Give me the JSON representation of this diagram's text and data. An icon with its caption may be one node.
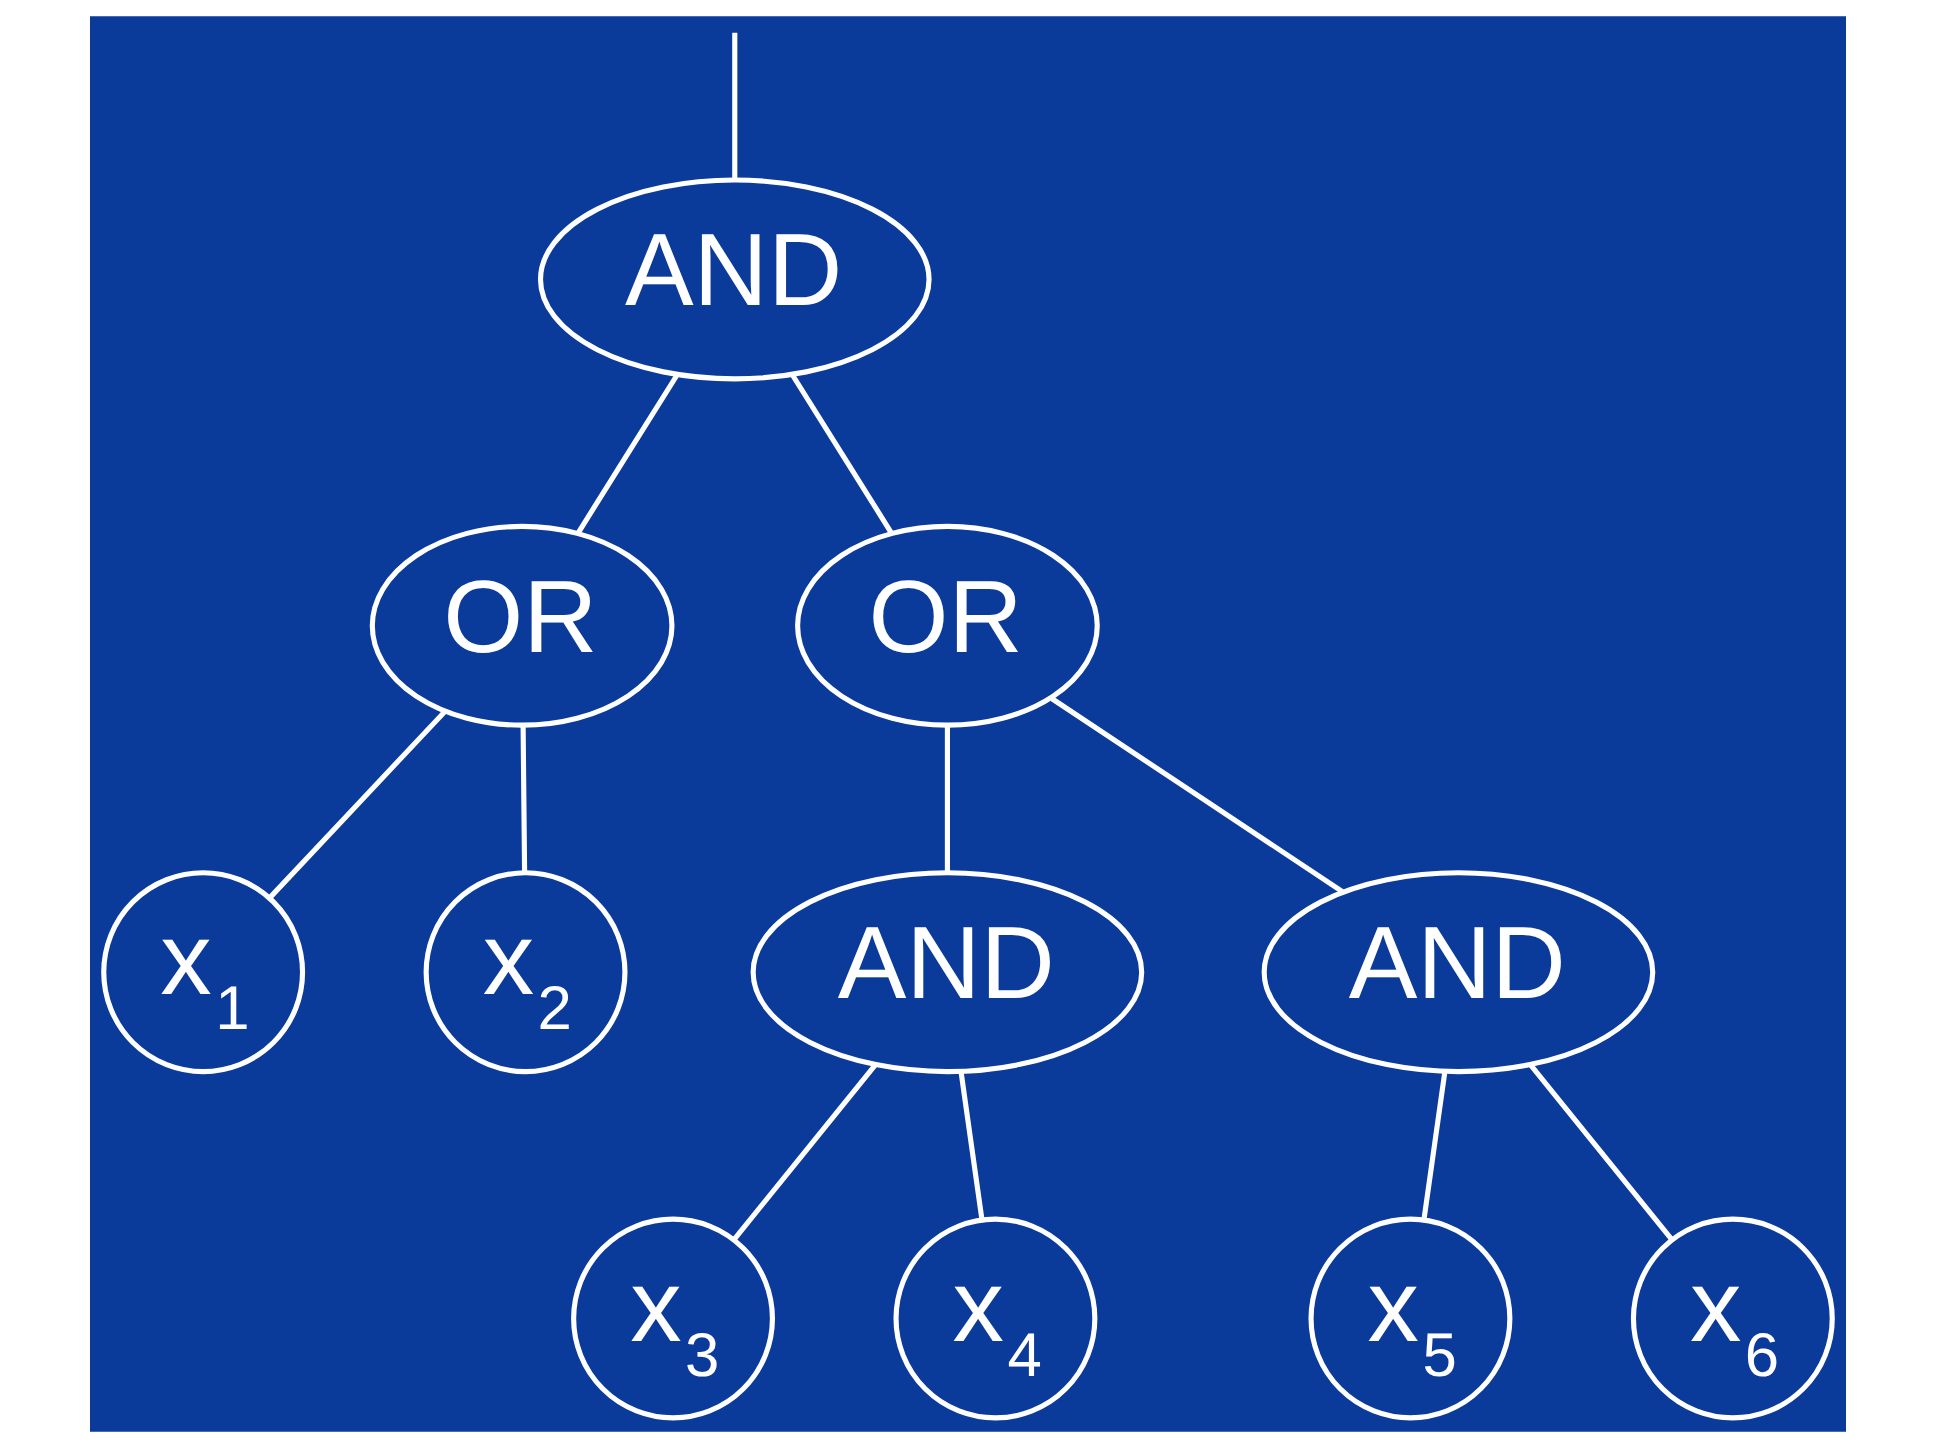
{
  "diagram": {
    "nodes": [
      {
        "text": [
          "AND"
        ]
      },
      {
        "text": [
          "OR"
        ]
      },
      {
        "text": [
          "OR"
        ]
      },
      {
        "text": [
          "x$_{1}$"
        ]
      },
      {
        "text": [
          "x$_{2}$"
        ]
      },
      {
        "text": [
          "AND"
        ]
      },
      {
        "text": [
          "AND"
        ]
      },
      {
        "text": [
          "x$_{3}$"
        ]
      },
      {
        "text": [
          "x$_{4}$"
        ]
      },
      {
        "text": [
          "x$_{5}$"
        ]
      },
      {
        "text": [
          "x$_{6}$"
        ]
      }
    ],
    "edges": [
      {
        "from": null,
        "to": 0,
        "arrow": "none"
      },
      {
        "from": 0,
        "to": 1,
        "arrow": "none"
      },
      {
        "from": 0,
        "to": 2,
        "arrow": "none"
      },
      {
        "from": 1,
        "to": 3,
        "arrow": "none"
      },
      {
        "from": 1,
        "to": 4,
        "arrow": "none"
      },
      {
        "from": 2,
        "to": 5,
        "arrow": "none"
      },
      {
        "from": 2,
        "to": 6,
        "arrow": "none"
      },
      {
        "from": 5,
        "to": 7,
        "arrow": "none"
      },
      {
        "from": 5,
        "to": 8,
        "arrow": "none"
      },
      {
        "from": 6,
        "to": 9,
        "arrow": "none"
      },
      {
        "from": 6,
        "to": 10,
        "arrow": "none"
      }
    ]
  }
}
